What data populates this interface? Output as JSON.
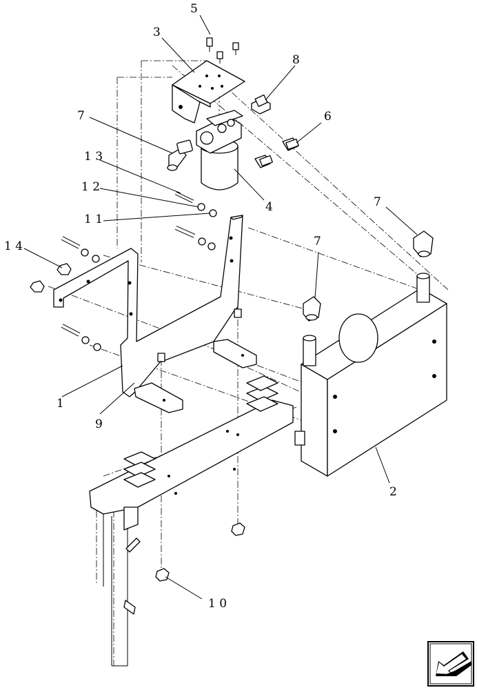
{
  "diagram": {
    "callouts": {
      "c1": "1",
      "c2": "2",
      "c3": "3",
      "c4": "4",
      "c5": "5",
      "c6": "6",
      "c7a": "7",
      "c7b": "7",
      "c7c": "7",
      "c8": "8",
      "c9": "9",
      "c10": "1 0",
      "c11": "1 1",
      "c12": "1 2",
      "c13": "1 3",
      "c14": "1 4"
    }
  },
  "nav": {
    "icon": "arrow-down-left-icon"
  }
}
